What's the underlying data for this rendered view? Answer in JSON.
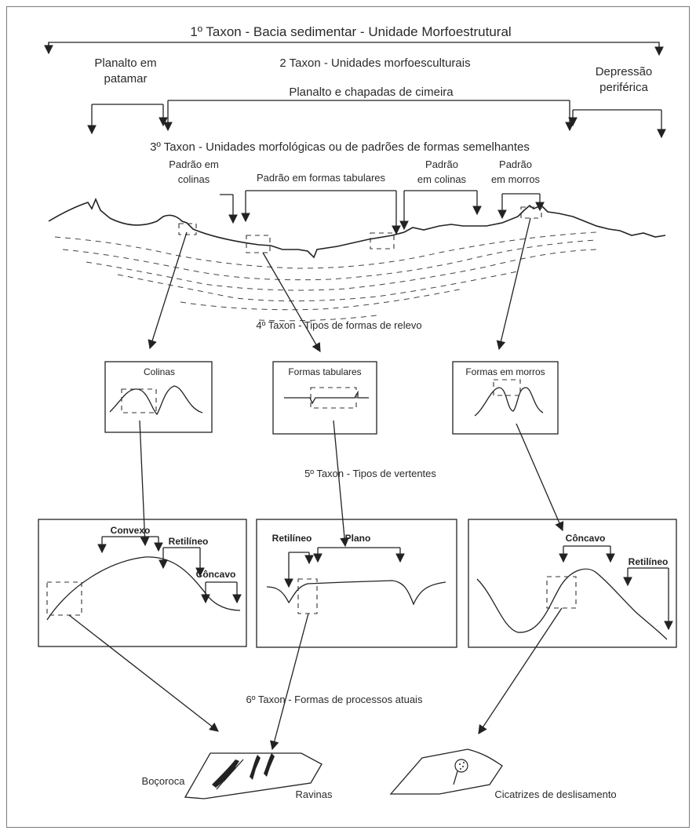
{
  "taxon1": "1º Taxon - Bacia sedimentar - Unidade Morfoestrutural",
  "taxon2": "2 Taxon - Unidades morfoesculturais",
  "planalto_patamar": [
    "Planalto em",
    "patamar"
  ],
  "depressao": [
    "Depressão",
    "periférica"
  ],
  "planalto_chapadas": "Planalto e chapadas de cimeira",
  "taxon3": "3º Taxon - Unidades morfológicas ou de padrões de formas semelhantes",
  "padrao_colinas_1": [
    "Padrão em",
    "colinas"
  ],
  "padrao_tabulares": "Padrão em formas tabulares",
  "padrao_colinas_2": [
    "Padrão",
    "em colinas"
  ],
  "padrao_morros": [
    "Padrão",
    "em morros"
  ],
  "taxon4": "4º Taxon - Tipos de formas de relevo",
  "forma_colinas": "Colinas",
  "forma_tabulares": "Formas tabulares",
  "forma_morros": "Formas em morros",
  "taxon5": "5º Taxon - Tipos de vertentes",
  "convexo": "Convexo",
  "retilineo": "Retilíneo",
  "concavo": "Côncavo",
  "plano": "Plano",
  "taxon6": "6º Taxon - Formas de processos atuais",
  "bocoroca": "Boçoroca",
  "ravinas": "Ravinas",
  "cicatrizes": "Cicatrizes de deslisamento",
  "colors": {
    "line": "#222222",
    "frame": "#7a7a7a"
  }
}
